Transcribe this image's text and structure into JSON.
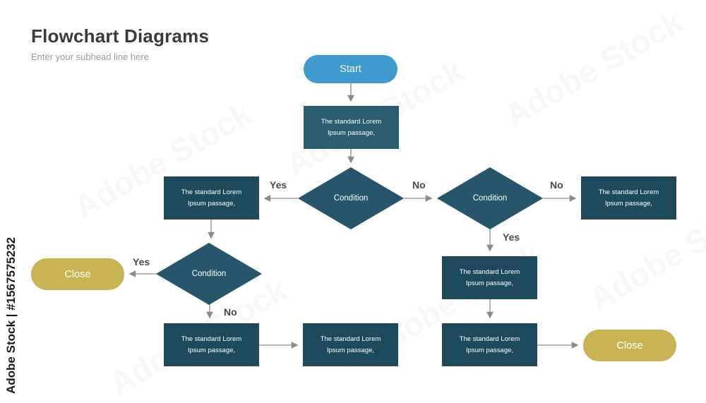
{
  "header": {
    "title": "Flowchart Diagrams",
    "subhead": "Enter your subhead line here"
  },
  "flow": {
    "start": "Start",
    "process": "The standard Lorem Ipsum passage,",
    "condition": "Condition",
    "close": "Close",
    "labels": {
      "d1_yes": "Yes",
      "d1_no": "No",
      "d2_yes": "Yes",
      "d2_no": "No",
      "d3_no": "No",
      "d3_yes": "Yes"
    }
  },
  "watermark": {
    "side": "Adobe Stock | #1567575232",
    "diagonal": "Adobe Stock"
  },
  "colors": {
    "start_blue": "#3E9ACF",
    "process_top_teal": "#2A5E6F",
    "process_dark": "#1E4A5C",
    "condition_teal": "#27566B",
    "close_gold": "#C9B454",
    "arrow_gray": "#8B8B8B",
    "label_gray": "#4A4A4A",
    "title_gray": "#3A3A3A",
    "subhead_gray": "#9B9B9B"
  }
}
